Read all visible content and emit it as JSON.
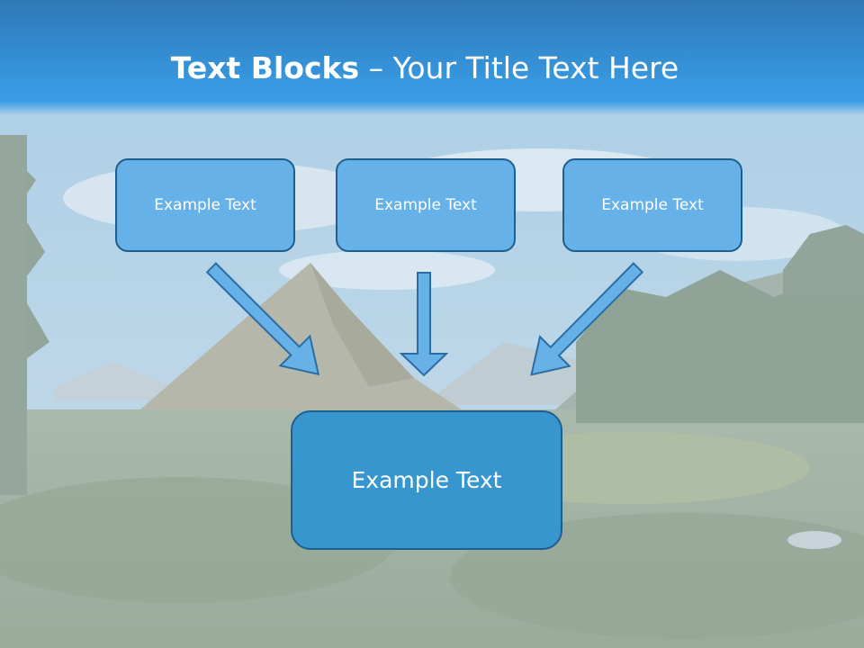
{
  "slide": {
    "title_bold": "Text Blocks",
    "title_dash": " – ",
    "title_rest": "Your Title Text Here"
  },
  "blocks": {
    "top_left": "Example Text",
    "top_center": "Example Text",
    "top_right": "Example Text",
    "bottom": "Example Text"
  },
  "colors": {
    "header": "#3590d6",
    "box_fill": "#66b1e8",
    "box_fill_main": "#3796ce",
    "box_border": "#1f5f8e",
    "arrow_fill": "#66b1e8"
  },
  "background": "mountain-landscape-image"
}
